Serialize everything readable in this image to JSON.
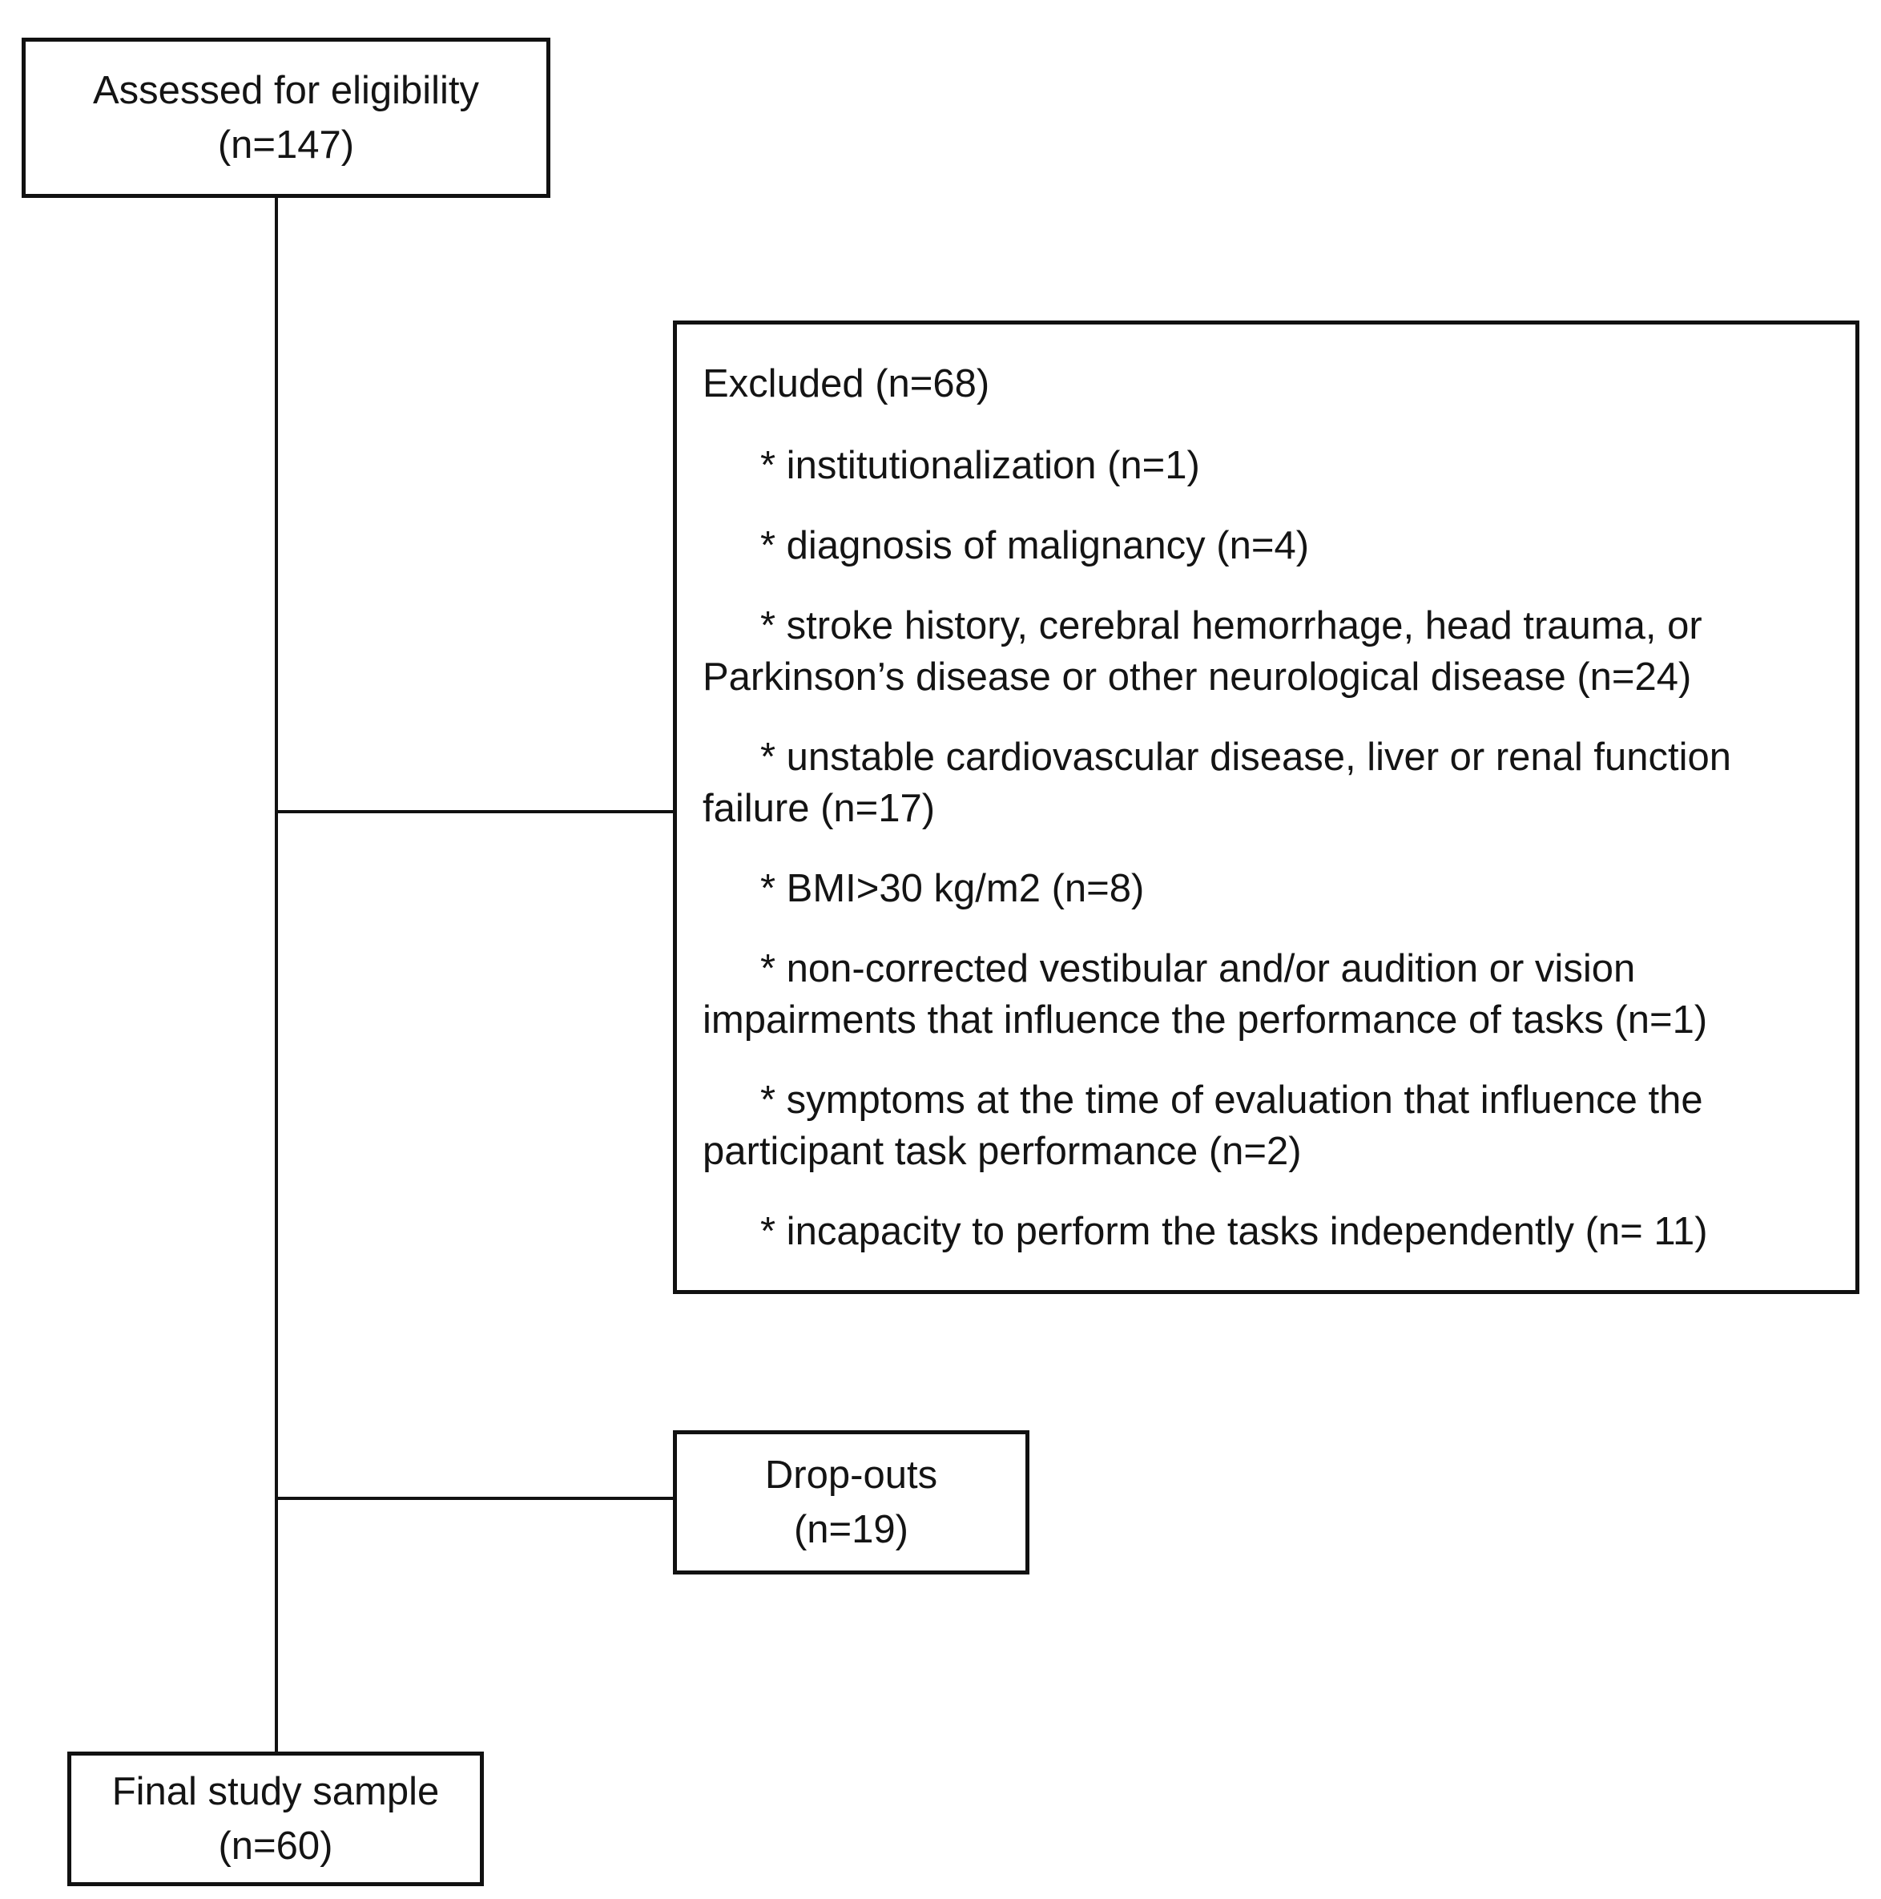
{
  "assessed": {
    "label": "Assessed for eligibility",
    "count": "(n=147)"
  },
  "excluded": {
    "title": "Excluded (n=68)",
    "items": [
      "* institutionalization (n=1)",
      "* diagnosis of malignancy (n=4)",
      "* stroke history, cerebral hemorrhage, head trauma, or Parkinson’s disease or other neurological disease (n=24)",
      "* unstable cardiovascular disease, liver or renal function failure (n=17)",
      "* BMI>30 kg/m2 (n=8)",
      "* non-corrected vestibular and/or audition or vision impairments that influence the performance of tasks (n=1)",
      "* symptoms at the time of evaluation that influence the participant task performance (n=2)",
      "* incapacity to perform the tasks independently (n= 11)"
    ]
  },
  "dropouts": {
    "label": "Drop-outs",
    "count": "(n=19)"
  },
  "final": {
    "label": "Final study sample",
    "count": "(n=60)"
  }
}
